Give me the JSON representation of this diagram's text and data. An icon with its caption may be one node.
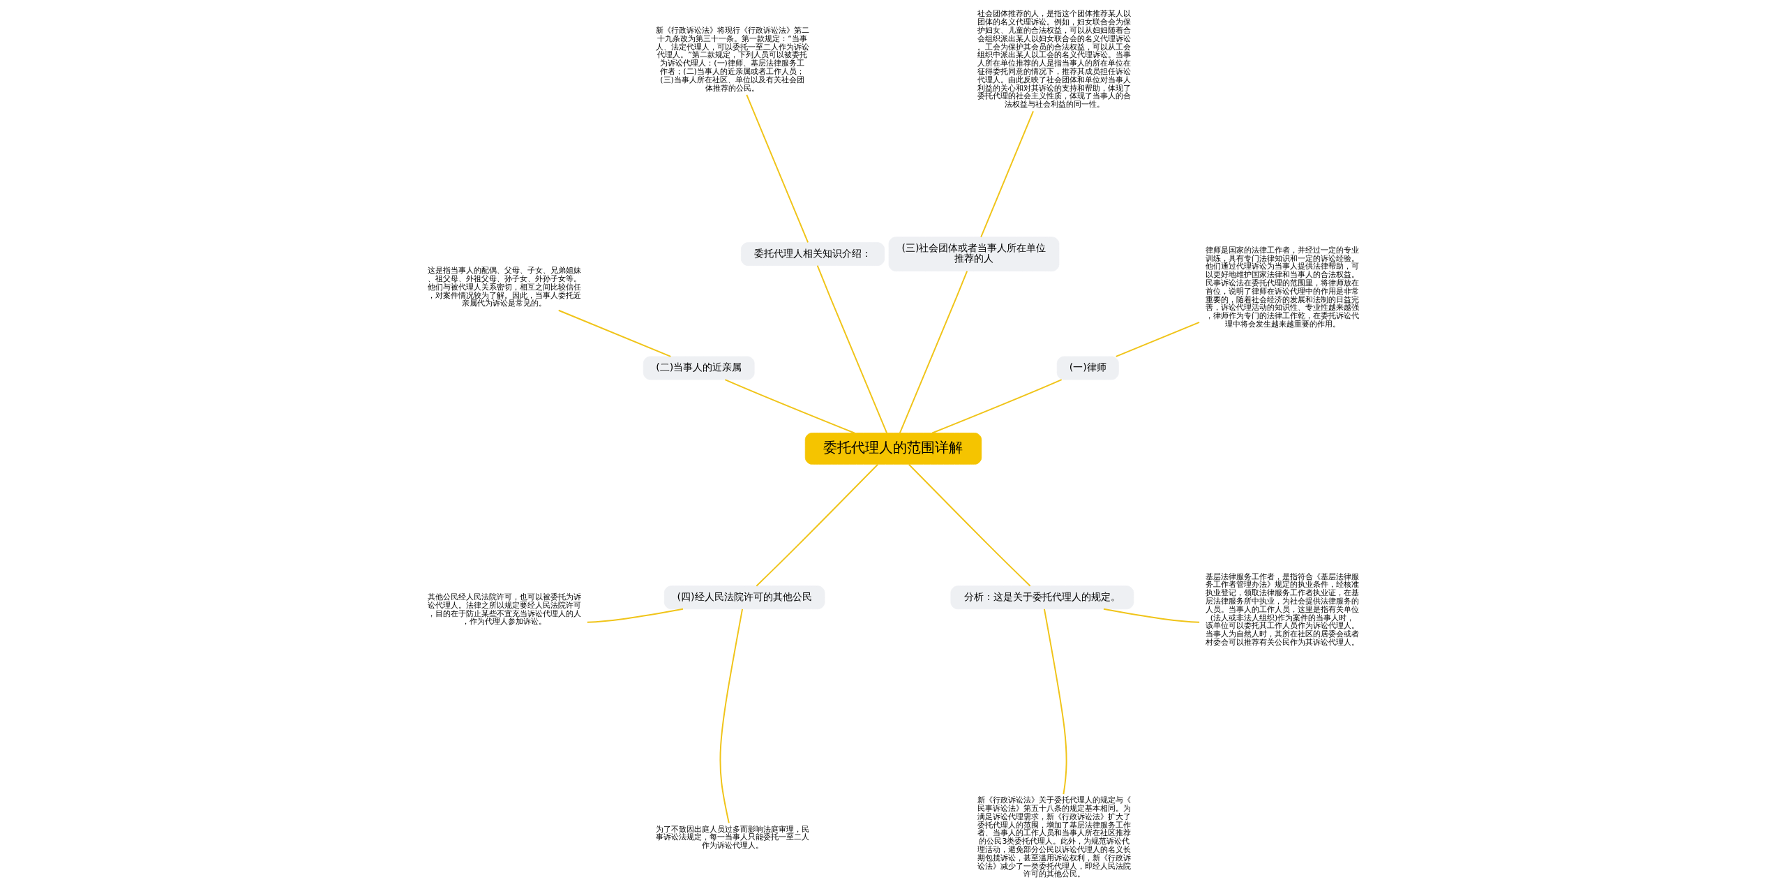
{
  "diagram": {
    "nodes": [
      {
        "text": [
          "委托代理人的范围详解"
        ]
      },
      {
        "text": [
          "(一)律师"
        ]
      },
      {
        "text": [
          "律师是国家的法律工作者，并经过一定的专业训练，具有专门法律知识和一定的诉讼经验。他们通过代理诉讼为当事人提供法律帮助，可以更好地维护国家法律和当事人的合法权益。民事诉讼法在委托代理的范围里，将律师放在首位，说明了律师在诉讼代理中的作用是非常重要的，随着社会经济的发展和法制的日益完善，诉讼代理活动的知识性、专业性越来越强，律师作为专门的法律工作乾，在委托诉讼代理中将会发生越来越重要的作用。"
        ]
      },
      {
        "text": [
          "(三)社会团体或者当事人所在单位推荐的人"
        ]
      },
      {
        "text": [
          "社会团体推荐的人，是指这个团体推荐某人以团体的名义代理诉讼。例如，妇女联合会为保护妇女、儿童的合法权益，可以从妇妇随着合会组织派出某人以妇女联合会的名义代理诉讼。工会为保护其会员的合法权益，可以从工会组织中派出某人以工会的名义代理诉讼。当事人所在单位推荐的人是指当事人的所在单位在征得委托同意的情况下，推荐其成员担任诉讼代理人。由此反映了社会团体和单位对当事人利益的关心和对其诉讼的支持和帮助，体现了委托代理的社会主义性质，体现了当事人的合法权益与社会利益的同一性。"
        ]
      },
      {
        "text": [
          "委托代理人相关知识介绍："
        ]
      },
      {
        "text": [
          "新《行政诉讼法》将现行《行政诉讼法》第二十九条改为第三十一条。第一款规定：“当事人、法定代理人，可以委托一至二人作为诉讼代理人。”第二款规定，下列人员可以被委托为诉讼代理人：(一)律师、基层法律服务工作者；(二)当事人的近亲属或者工作人员；(三)当事人所在社区、单位以及有关社会团体推荐的公民。"
        ]
      },
      {
        "text": [
          "(二)当事人的近亲属"
        ]
      },
      {
        "text": [
          "这是指当事人的配偶、父母、子女、兄弟姐妹、祖父母、外祖父母、孙子女、外孙子女等。他们与被代理人关系密切，相互之间比较信任，对案件情况较为了解。因此，当事人委托近亲属代为诉讼是常见的。"
        ]
      },
      {
        "text": [
          "(四)经人民法院许可的其他公民"
        ]
      },
      {
        "text": [
          "其他公民经人民法院许可，也可以被委托为诉讼代理人。法律之所以规定要经人民法院许可，目的在于防止某些不宜充当诉讼代理人的人，作为代理人参加诉讼。"
        ]
      },
      {
        "text": [
          "为了不致因出庭人员过多而影响法庭审理，民事诉讼法规定，每一当事人只能委托一至二人作为诉讼代理人。"
        ]
      },
      {
        "text": [
          "分析：这是关于委托代理人的规定。"
        ]
      },
      {
        "text": [
          "新《行政诉讼法》关于委托代理人的规定与《民事诉讼法》第五十八条的规定基本相同。为满足诉讼代理需求，新《行政诉讼法》扩大了委托代理人的范围，增加了基层法律服务工作者、当事人的工作人员和当事人所在社区推荐的公民3类委托代理人。此外，为规范诉讼代理活动，避免部分公民以诉讼代理人的名义长期包揽诉讼，甚至滥用诉讼权利，新《行政诉讼法》减少了一类委托代理人，即经人民法院许可的其他公民。"
        ]
      },
      {
        "text": [
          "基层法律服务工作者，是指符合《基层法律服务工作者管理办法》规定的执业条件，经核准执业登记，领取法律服务工作者执业证，在基层法律服务所中执业，为社会提供法律服务的人员。当事人的工作人员，这里是指有关单位(法人或非法人组织)作为案件的当事人时，该单位可以委托其工作人员作为诉讼代理人。当事人为自然人时，其所在社区的居委会或者村委会可以推荐有关公民作为其诉讼代理人。"
        ]
      }
    ],
    "edges": [
      {
        "from": 0,
        "to": 1,
        "arrow": "none"
      },
      {
        "from": 1,
        "to": 2,
        "arrow": "none"
      },
      {
        "from": 0,
        "to": 3,
        "arrow": "none"
      },
      {
        "from": 3,
        "to": 4,
        "arrow": "none"
      },
      {
        "from": 0,
        "to": 5,
        "arrow": "none"
      },
      {
        "from": 5,
        "to": 6,
        "arrow": "none"
      },
      {
        "from": 0,
        "to": 7,
        "arrow": "none"
      },
      {
        "from": 7,
        "to": 8,
        "arrow": "none"
      },
      {
        "from": 0,
        "to": 9,
        "arrow": "none"
      },
      {
        "from": 9,
        "to": 10,
        "arrow": "none"
      },
      {
        "from": 9,
        "to": 11,
        "arrow": "none"
      },
      {
        "from": 0,
        "to": 12,
        "arrow": "none"
      },
      {
        "from": 12,
        "to": 13,
        "arrow": "none"
      },
      {
        "from": 12,
        "to": 14,
        "arrow": "none"
      }
    ]
  }
}
